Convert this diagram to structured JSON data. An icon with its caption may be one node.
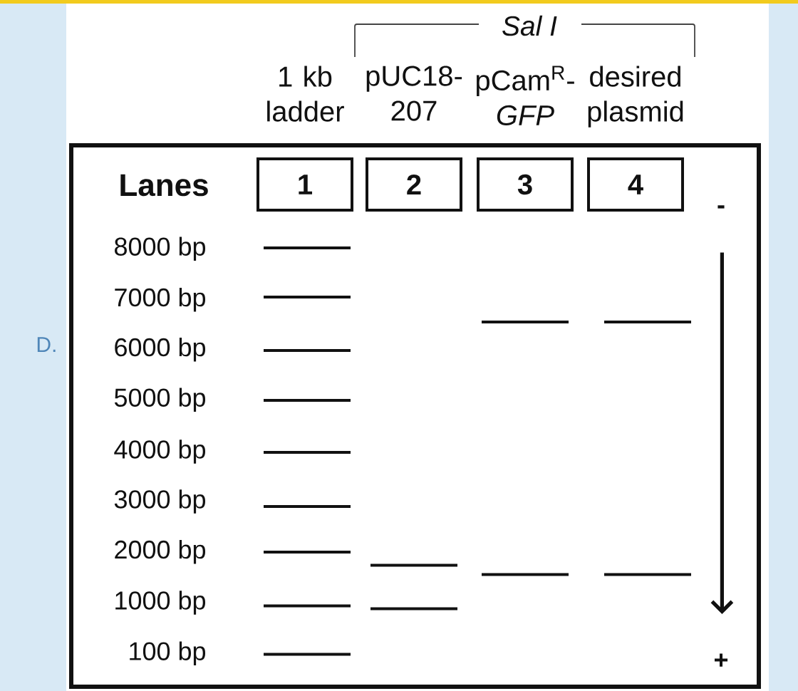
{
  "diagram": {
    "nodes": [
      {
        "text": [
          "Lanes"
        ]
      },
      {
        "text": [
          "1"
        ],
        "in": 0,
        "beside": [
          "1 kb ladder"
        ]
      },
      {
        "text": [
          "2"
        ],
        "in": 0,
        "beside": [
          "pUC18- 207"
        ]
      },
      {
        "text": [
          "3"
        ],
        "in": 0,
        "beside": [
          "pCam$^{R}$- *GFP*"
        ]
      },
      {
        "text": [
          "4"
        ],
        "in": 0,
        "beside": [
          "desired plasmid"
        ]
      }
    ],
    "labels": [
      "Sal I",
      "-",
      "8000 bp",
      "7000 bp",
      "D.",
      "6000 bp",
      "5000 bp",
      "4000 bp",
      "3000 bp",
      "2000 bp",
      "1000 bp",
      "100 bp",
      "+"
    ]
  }
}
